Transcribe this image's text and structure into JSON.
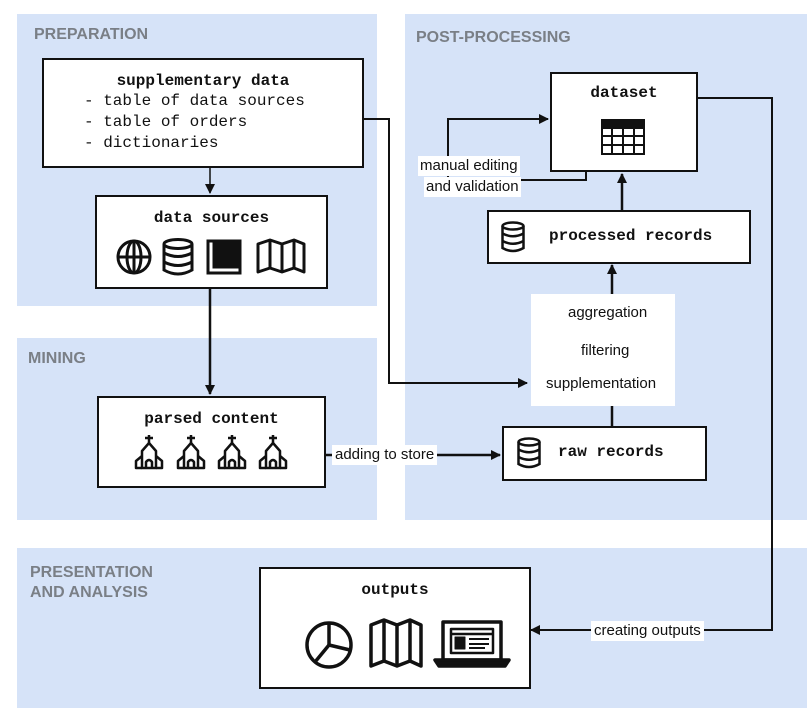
{
  "regions": {
    "preparation": "PREPARATION",
    "post_processing": "POST-PROCESSING",
    "mining": "MINING",
    "presentation": "PRESENTATION\nAND ANALYSIS"
  },
  "boxes": {
    "supplementary": {
      "title": "supplementary data",
      "lines": [
        "- table of data sources",
        "- table of orders",
        "- dictionaries"
      ]
    },
    "data_sources": "data sources",
    "parsed_content": "parsed content",
    "raw_records": "raw records",
    "processed_records": "processed records",
    "dataset": "dataset",
    "outputs": "outputs"
  },
  "edge_labels": {
    "adding_to_store": "adding to store",
    "aggregation": "aggregation",
    "filtering": "filtering",
    "supplementation": "supplementation",
    "manual_editing_1": "manual editing",
    "manual_editing_2": "and validation",
    "creating_outputs": "creating outputs"
  },
  "icons": {
    "data_sources": [
      "globe-icon",
      "database-icon",
      "book-icon",
      "map-icon"
    ],
    "parsed_content": [
      "church-icon",
      "church-icon",
      "church-icon",
      "church-icon"
    ],
    "outputs": [
      "pie-chart-icon",
      "map-icon",
      "laptop-icon"
    ]
  },
  "colors": {
    "region": "#d6e3f8",
    "region_title": "#7a7f86",
    "stroke": "#111111"
  }
}
